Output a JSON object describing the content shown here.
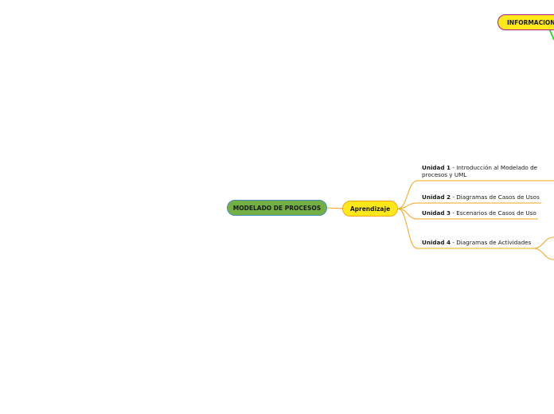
{
  "root": {
    "label": "MODELADO DE PROCESOS"
  },
  "branch": {
    "label": "Aprendizaje"
  },
  "info": {
    "label": "INFORMACION"
  },
  "units": [
    {
      "title": "Unidad 1",
      "sep": " - ",
      "text": "Introducción al Modelado de procesos y UML"
    },
    {
      "title": "Unidad 2",
      "sep": " - ",
      "text": "Diagramas de Casos de Usos"
    },
    {
      "title": "Unidad 3",
      "sep": " - ",
      "text": "Escenarios de Casos de Uso"
    },
    {
      "title": "Unidad 4",
      "sep": " - ",
      "text": "Diagramas de Actividades"
    }
  ],
  "colors": {
    "root_fill": "#72b043",
    "root_border": "#4a8cc4",
    "branch_fill": "#ffe81a",
    "branch_border": "#f4a61a",
    "info_border": "#b01a8c",
    "link_orange": "#f4a61a",
    "link_green": "#2be02b"
  }
}
